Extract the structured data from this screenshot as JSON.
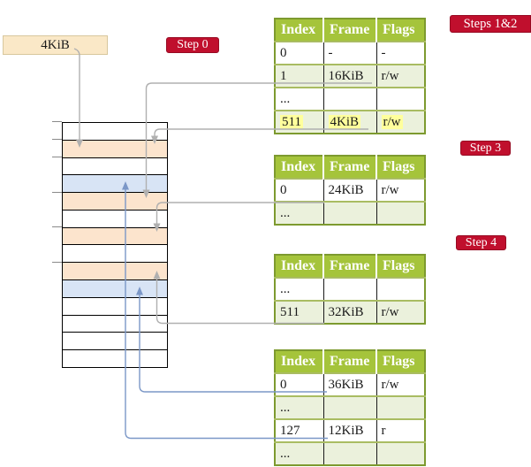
{
  "colors": {
    "badge_bg": "#C00F2D",
    "table_header_bg": "#A5C43B",
    "table_border": "#7D9A2F",
    "shaded_row_bg": "#EBF1DC",
    "highlight_bg": "#FFFF9C",
    "page_table_frame_bg": "#FCE4CD",
    "data_frame_bg": "#D8E4F5",
    "gray_arrow": "#B0B0B0",
    "blue_arrow": "#7B97C7",
    "root_box_bg": "#FAE8C7"
  },
  "root_box": {
    "label": "4KiB"
  },
  "badges": {
    "step0": "Step 0",
    "steps12": "Steps 1&2",
    "step3": "Step 3",
    "step4": "Step 4"
  },
  "memory": {
    "rows": [
      "white",
      "peach",
      "white",
      "blue",
      "peach",
      "white",
      "peach",
      "white",
      "peach",
      "blue",
      "white",
      "white",
      "white",
      "white"
    ]
  },
  "tables": [
    {
      "headers": [
        "Index",
        "Frame",
        "Flags"
      ],
      "rows": [
        [
          "0",
          "-",
          "-"
        ],
        [
          "1",
          "16KiB",
          "r/w"
        ],
        [
          "...",
          "",
          ""
        ],
        [
          "511",
          "4KiB",
          "r/w"
        ]
      ]
    },
    {
      "headers": [
        "Index",
        "Frame",
        "Flags"
      ],
      "rows": [
        [
          "0",
          "24KiB",
          "r/w"
        ],
        [
          "...",
          "",
          ""
        ]
      ]
    },
    {
      "headers": [
        "Index",
        "Frame",
        "Flags"
      ],
      "rows": [
        [
          "...",
          "",
          ""
        ],
        [
          "511",
          "32KiB",
          "r/w"
        ]
      ]
    },
    {
      "headers": [
        "Index",
        "Frame",
        "Flags"
      ],
      "rows": [
        [
          "0",
          "36KiB",
          "r/w"
        ],
        [
          "...",
          "",
          ""
        ],
        [
          "127",
          "12KiB",
          "r"
        ],
        [
          "...",
          "",
          ""
        ]
      ]
    }
  ]
}
